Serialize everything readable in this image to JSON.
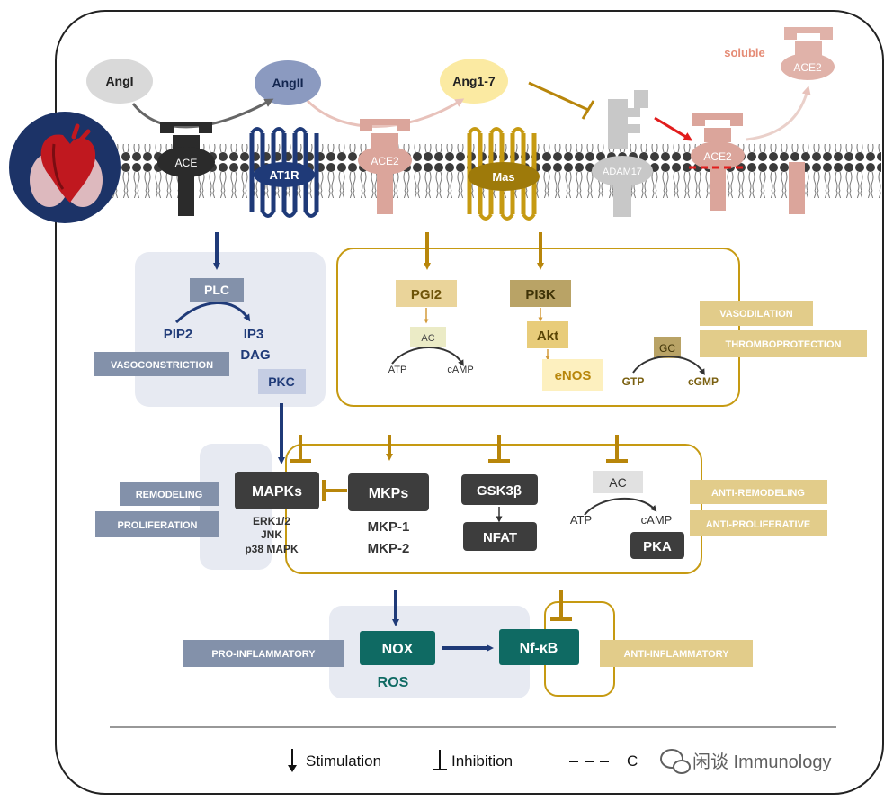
{
  "colors": {
    "navy": "#1f3a78",
    "gold": "#b8860b",
    "pink": "#d9a39a",
    "dark_box": "#3d3d3d",
    "teal": "#0f6a63",
    "gray_box": "#8391aa",
    "gold_box": "#e2cc8a",
    "panel_blue": "#e7eaf2"
  },
  "receptors": {
    "ang1": "AngI",
    "ang2": "AngII",
    "ang17": "Ang1-7",
    "ace": "ACE",
    "at1r": "AT1R",
    "ace2": "ACE2",
    "mas": "Mas",
    "adam17": "ADAM17",
    "ace2_membrane": "ACE2",
    "soluble_label": "soluble",
    "soluble_ace2": "ACE2"
  },
  "left_panel": {
    "plc": "PLC",
    "pip2": "PIP2",
    "ip3": "IP3",
    "dag": "DAG",
    "pkc": "PKC",
    "vasoconstriction": "VASOCONSTRICTION"
  },
  "right_panel": {
    "pgi2": "PGI2",
    "ac": "AC",
    "atp": "ATP",
    "camp": "cAMP",
    "pi3k": "PI3K",
    "akt": "Akt",
    "enos": "eNOS",
    "gc": "GC",
    "gtp": "GTP",
    "cgmp": "cGMP",
    "vasodilation": "VASODILATION",
    "thromboprotection": "THROMBOPROTECTION"
  },
  "middle": {
    "mapks": "MAPKs",
    "erk": "ERK1/2",
    "jnk": "JNK",
    "p38": "p38 MAPK",
    "mkps": "MKPs",
    "mkp1": "MKP-1",
    "mkp2": "MKP-2",
    "gsk3b": "GSK3β",
    "nfat": "NFAT",
    "ac": "AC",
    "atp": "ATP",
    "camp": "cAMP",
    "pka": "PKA",
    "remodeling": "REMODELING",
    "proliferation": "PROLIFERATION",
    "anti_remodeling": "ANTI-REMODELING",
    "anti_proliferative": "ANTI-PROLIFERATIVE"
  },
  "bottom": {
    "nox": "NOX",
    "ros": "ROS",
    "nfkb": "Nf-κB",
    "pro_inflammatory": "PRO-INFLAMMATORY",
    "anti_inflammatory": "ANTI-INFLAMMATORY"
  },
  "legend": {
    "stimulation": "Stimulation",
    "inhibition": "Inhibition",
    "cleavage": "C",
    "watermark": "闲谈 Immunology"
  }
}
